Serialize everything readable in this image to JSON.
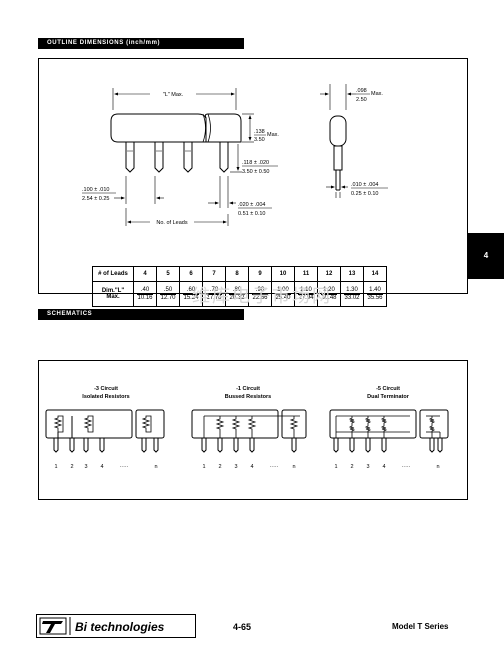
{
  "sections": {
    "outline_title": "OUTLINE DIMENSIONS (inch/mm)",
    "schematics_title": "SCHEMATICS"
  },
  "side_tab": "4",
  "drawing": {
    "l_max": "\"L\" Max.",
    "h_top": ".138",
    "h_bot": "3.50",
    "h_suffix": "Max.",
    "lead_len_top": ".118 ± .020",
    "lead_len_bot": "3.50 ± 0.50",
    "pitch_top": ".100 ± .010",
    "pitch_bot": "2.54 ± 0.25",
    "lead_w_top": ".020 ± .004",
    "lead_w_bot": "0.51 ± 0.10",
    "no_leads": "No. of Leads",
    "thick_top": ".098",
    "thick_bot": "2.50",
    "thick_suffix": "Max.",
    "lead_t_top": ".010 ± .004",
    "lead_t_bot": "0.25 ± 0.10"
  },
  "table": {
    "leads_label": "# of Leads",
    "dim_label_1": "Dim.\"L\"",
    "dim_label_2": "Max.",
    "leads": [
      "4",
      "5",
      "6",
      "7",
      "8",
      "9",
      "10",
      "11",
      "12",
      "13",
      "14"
    ],
    "inch": [
      ".40",
      ".50",
      ".60",
      ".70",
      ".80",
      ".90",
      "1.00",
      "1.10",
      "1.20",
      "1.30",
      "1.40"
    ],
    "mm": [
      "10.16",
      "12.70",
      "15.24",
      "17.78",
      "20.32",
      "22.86",
      "25.40",
      "27.94",
      "30.48",
      "33.02",
      "35.56"
    ]
  },
  "watermark": "维库电子市场网",
  "schematics": {
    "c1_l1": "-3 Circuit",
    "c1_l2": "Isolated Resistors",
    "c2_l1": "-1 Circuit",
    "c2_l2": "Bussed Resistors",
    "c3_l1": "-5 Circuit",
    "c3_l2": "Dual Terminator",
    "pins": [
      "1",
      "2",
      "3",
      "4"
    ],
    "dots": "·····",
    "n": "n"
  },
  "footer": {
    "logo_text": "Bi technologies",
    "page": "4-65",
    "series": "Model T Series"
  }
}
